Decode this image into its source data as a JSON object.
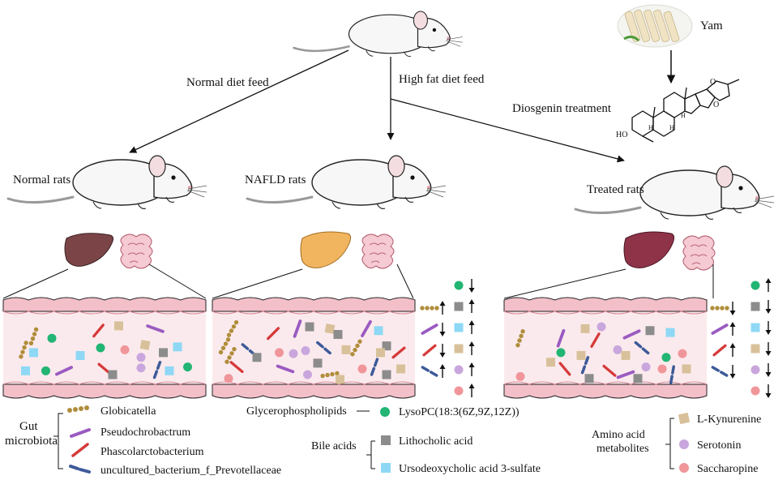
{
  "yam_label": "Yam",
  "arrows": {
    "normal": "Normal diet feed",
    "hfd": "High fat diet feed",
    "treatment": "Diosgenin treatment"
  },
  "groups": {
    "normal": "Normal rats",
    "nafld": "NAFLD rats",
    "treated": "Treated rats"
  },
  "molecule": {
    "ho": "HO",
    "h1": "H",
    "h2": "H",
    "h3": "H",
    "o1": "O",
    "o2": "O"
  },
  "legend": {
    "gut_title_line1": "Gut",
    "gut_title_line2": "microbiota",
    "microbes": [
      {
        "label": "Globicatella",
        "color": "#b08d3a",
        "icon": "dotted-chain"
      },
      {
        "label": "Pseudochrobactrum",
        "color": "#9a5bc1",
        "icon": "rod"
      },
      {
        "label": "Phascolarctobacterium",
        "color": "#d63a3a",
        "icon": "rod"
      },
      {
        "label": "uncultured_bacterium_f_Prevotellaceae",
        "color": "#3d5a99",
        "icon": "segmented-rod"
      }
    ],
    "glycero_label": "Glycerophospholipids",
    "lysopc": "LysoPC(18:3(6Z,9Z,12Z))",
    "bile_label": "Bile acids",
    "lithocholic": "Lithocholic acid",
    "urso": "Ursodeoxycholic acid 3-sulfate",
    "amino_line1": "Amino acid",
    "amino_line2": "metabolites",
    "kynurenine": "L-Kynurenine",
    "serotonin": "Serotonin",
    "saccharopine": "Saccharopine"
  },
  "colors": {
    "green": "#22b573",
    "gray": "#8c8c8c",
    "cyan": "#8ed8f5",
    "tan": "#d8c19a",
    "lilac": "#c9a6dd",
    "pink": "#f0969a",
    "purple": "#9a5bc1",
    "red": "#d63a3a",
    "navy": "#3d5a99",
    "gold": "#b08d3a",
    "liver_normal": "#7b4547",
    "liver_nafld": "#f2b55f",
    "liver_treated": "#8e3348",
    "intestine": "#f6cad3"
  },
  "nafld_changes": [
    {
      "marker": "green-circle",
      "direction": "down"
    },
    {
      "marker": "gray-square",
      "direction": "up"
    },
    {
      "marker": "cyan-square",
      "direction": "up"
    },
    {
      "marker": "tan-square",
      "direction": "up"
    },
    {
      "marker": "lilac-circle",
      "direction": "up"
    },
    {
      "marker": "pink-circle",
      "direction": "up"
    },
    {
      "marker": "globicatella",
      "direction": "up"
    },
    {
      "marker": "pseudochrobactrum",
      "direction": "down"
    },
    {
      "marker": "phascolarctobacterium",
      "direction": "down"
    },
    {
      "marker": "prevotellaceae",
      "direction": "up"
    }
  ],
  "treated_changes": [
    {
      "marker": "green-circle",
      "direction": "up"
    },
    {
      "marker": "gray-square",
      "direction": "down"
    },
    {
      "marker": "cyan-square",
      "direction": "down"
    },
    {
      "marker": "tan-square",
      "direction": "down"
    },
    {
      "marker": "lilac-circle",
      "direction": "down"
    },
    {
      "marker": "pink-circle",
      "direction": "down"
    },
    {
      "marker": "globicatella",
      "direction": "down"
    },
    {
      "marker": "pseudochrobactrum",
      "direction": "up"
    },
    {
      "marker": "phascolarctobacterium",
      "direction": "up"
    },
    {
      "marker": "prevotellaceae",
      "direction": "down"
    }
  ]
}
